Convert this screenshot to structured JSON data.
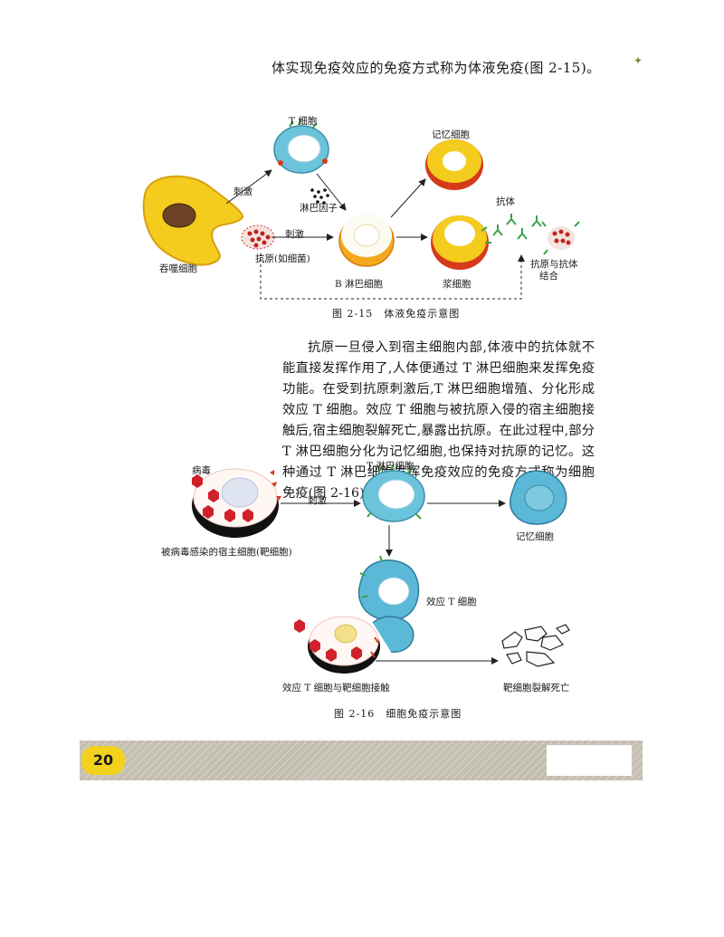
{
  "page": {
    "intro_line": "体实现免疫效应的免疫方式称为体液免疫(图 2-15)。",
    "page_number": "20"
  },
  "figure1": {
    "caption": "图 2-15　体液免疫示意图",
    "labels": {
      "t_cell": "T 细胞",
      "memory_cell": "记忆细胞",
      "stimulate_1": "刺激",
      "lymphokine": "淋巴因子",
      "stimulate_2": "刺激",
      "antibody": "抗体",
      "phagocyte": "吞噬细胞",
      "antigen": "抗原(如细菌)",
      "b_cell": "B 淋巴细胞",
      "plasma_cell": "浆细胞",
      "antigen_antibody_1": "抗原与抗体",
      "antigen_antibody_2": "结合"
    }
  },
  "paragraph": {
    "text": "抗原一旦侵入到宿主细胞内部,体液中的抗体就不能直接发挥作用了,人体便通过 T 淋巴细胞来发挥免疫功能。在受到抗原刺激后,T 淋巴细胞增殖、分化形成效应 T 细胞。效应 T 细胞与被抗原入侵的宿主细胞接触后,宿主细胞裂解死亡,暴露出抗原。在此过程中,部分 T 淋巴细胞分化为记忆细胞,也保持对抗原的记忆。这种通过 T 淋巴细胞发挥免疫效应的免疫方式称为细胞免疫(图 2-16)。"
  },
  "figure2": {
    "caption": "图 2-16　细胞免疫示意图",
    "labels": {
      "virus": "病毒",
      "t_lymphocyte": "T 淋巴细胞",
      "stimulate": "刺激",
      "infected_host": "被病毒感染的宿主细胞(靶细胞)",
      "memory_cell": "记忆细胞",
      "effector_t": "效应 T 细胞",
      "contact": "效应 T 细胞与靶细胞接触",
      "lysis": "靶细胞裂解死亡"
    }
  },
  "colors": {
    "cell_yellow": "#f3cc1e",
    "cell_red": "#d63a1a",
    "cell_blue": "#5bb8d6",
    "antibody_green": "#3aa24a",
    "virus_red": "#d0202a"
  }
}
